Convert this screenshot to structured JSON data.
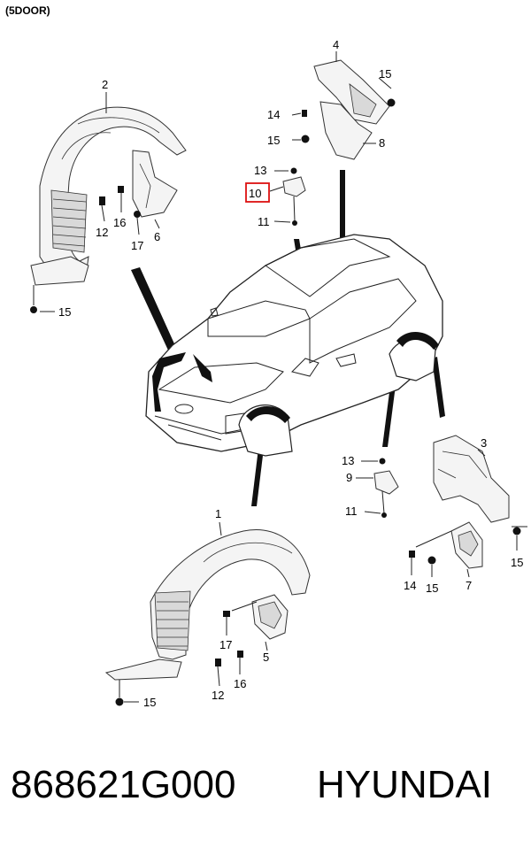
{
  "header": {
    "variant": "(5DOOR)"
  },
  "callouts": {
    "c1": "1",
    "c2": "2",
    "c3": "3",
    "c4": "4",
    "c5": "5",
    "c6": "6",
    "c7": "7",
    "c8": "8",
    "c9": "9",
    "c10": "10",
    "c11a": "11",
    "c11b": "11",
    "c12a": "12",
    "c12b": "12",
    "c13a": "13",
    "c13b": "13",
    "c14a": "14",
    "c14b": "14",
    "c15a": "15",
    "c15b": "15",
    "c15c": "15",
    "c15d": "15",
    "c15e": "15",
    "c15f": "15",
    "c16a": "16",
    "c16b": "16",
    "c17a": "17",
    "c17b": "17"
  },
  "highlight": {
    "color": "#dd1111"
  },
  "footer": {
    "part_number": "868621G000",
    "brand": "HYUNDAI"
  }
}
